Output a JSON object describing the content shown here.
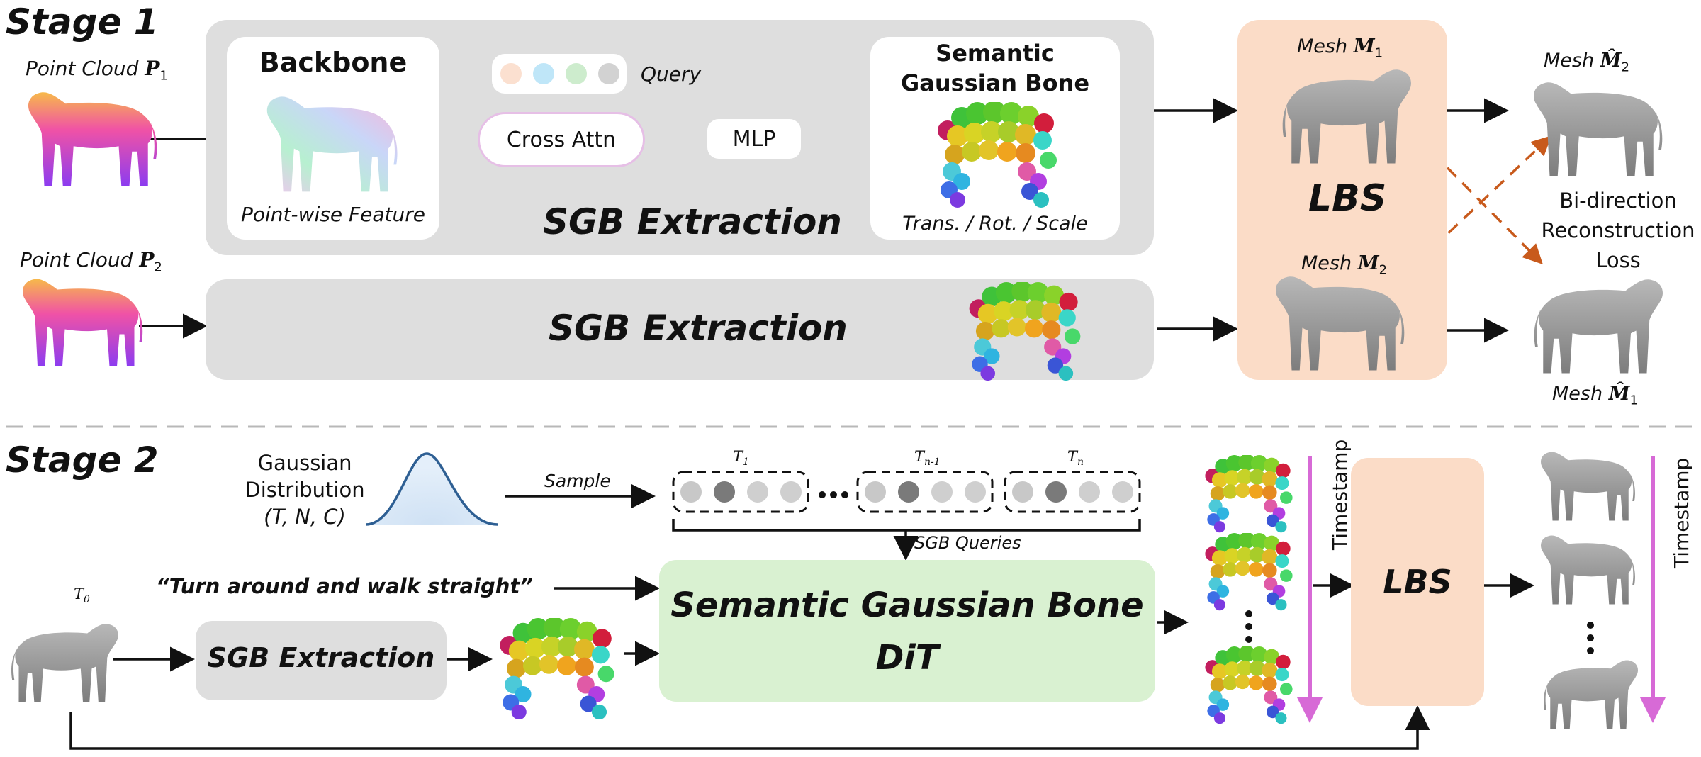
{
  "stage1": {
    "title": "Stage 1",
    "point_cloud_1": "Point Cloud",
    "p1": "P",
    "p1_sub": "1",
    "point_cloud_2": "Point Cloud",
    "p2": "P",
    "p2_sub": "2",
    "backbone_title": "Backbone",
    "backbone_caption": "Point-wise Feature",
    "query_label": "Query",
    "cross_attn": "Cross Attn",
    "mlp": "MLP",
    "sgb_title_line1": "Semantic",
    "sgb_title_line2": "Gaussian Bone",
    "sgb_caption": "Trans. / Rot. / Scale",
    "sgb_extraction_top": "SGB Extraction",
    "sgb_extraction_bottom": "SGB Extraction",
    "lbs": "LBS",
    "mesh_m1": "Mesh",
    "m1": "M",
    "m1_sub": "1",
    "mesh_m2": "Mesh",
    "m2": "M",
    "m2_sub": "2",
    "mesh_m2hat": "Mesh",
    "m2hat": "M̂",
    "m2hat_sub": "2",
    "mesh_m1hat": "Mesh",
    "m1hat": "M̂",
    "m1hat_sub": "1",
    "loss_line1": "Bi-direction",
    "loss_line2": "Reconstruction",
    "loss_line3": "Loss"
  },
  "stage2": {
    "title": "Stage 2",
    "gauss_line1": "Gaussian",
    "gauss_line2": "Distribution",
    "gauss_line3": "(T, N, C)",
    "sample": "Sample",
    "t1": "T",
    "t1_sub": "1",
    "tn1": "T",
    "tn1_sub": "n-1",
    "tn": "T",
    "tn_sub": "n",
    "sgb_queries": "SGB Queries",
    "prompt": "“Turn around and walk straight”",
    "t0": "T",
    "t0_sub": "0",
    "sgb_extraction": "SGB Extraction",
    "dit_line1": "Semantic Gaussian Bone",
    "dit_line2": "DiT",
    "timestamp_left": "Timestamp",
    "timestamp_right": "Timestamp",
    "lbs": "LBS"
  },
  "colors": {
    "gray_panel": "#dedede",
    "lbs_panel": "#fbdcc7",
    "dit_panel": "#d9f1d1",
    "timestamp_arrow": "#d76ad6",
    "dashed_loss": "#c85a1c",
    "query_dots": [
      "#fbe0d0",
      "#bfe6f8",
      "#cdeccd",
      "#d2d2d2"
    ]
  }
}
